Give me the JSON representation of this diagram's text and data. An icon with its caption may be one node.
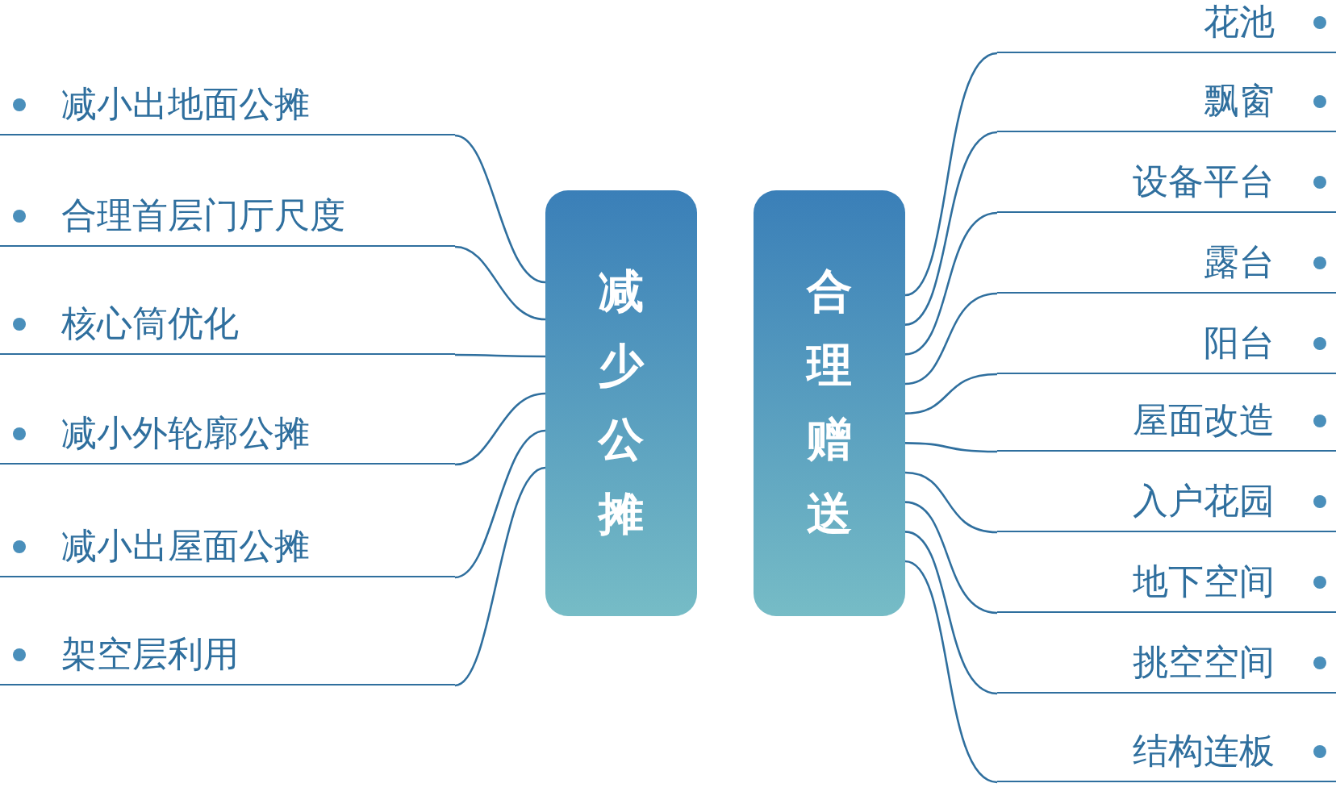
{
  "diagram": {
    "nodes": [
      {
        "text": [
          "减少公摊"
        ]
      },
      {
        "text": [
          "合理赠送"
        ]
      },
      {
        "text": [
          "减小出地面公摊"
        ]
      },
      {
        "text": [
          "合理首层门厅尺度"
        ]
      },
      {
        "text": [
          "核心筒优化"
        ]
      },
      {
        "text": [
          "减小外轮廓公摊"
        ]
      },
      {
        "text": [
          "减小出屋面公摊"
        ]
      },
      {
        "text": [
          "架空层利用"
        ]
      },
      {
        "text": [
          "花池"
        ]
      },
      {
        "text": [
          "飘窗"
        ]
      },
      {
        "text": [
          "设备平台"
        ]
      },
      {
        "text": [
          "露台"
        ]
      },
      {
        "text": [
          "阳台"
        ]
      },
      {
        "text": [
          "屋面改造"
        ]
      },
      {
        "text": [
          "入户花园"
        ]
      },
      {
        "text": [
          "地下空间"
        ]
      },
      {
        "text": [
          "挑空空间"
        ]
      },
      {
        "text": [
          "结构连板"
        ]
      }
    ],
    "edges": [
      {
        "from": 0,
        "to": 2,
        "arrow": "none"
      },
      {
        "from": 0,
        "to": 3,
        "arrow": "none"
      },
      {
        "from": 0,
        "to": 4,
        "arrow": "none"
      },
      {
        "from": 0,
        "to": 5,
        "arrow": "none"
      },
      {
        "from": 0,
        "to": 6,
        "arrow": "none"
      },
      {
        "from": 0,
        "to": 7,
        "arrow": "none"
      },
      {
        "from": 1,
        "to": 8,
        "arrow": "none"
      },
      {
        "from": 1,
        "to": 9,
        "arrow": "none"
      },
      {
        "from": 1,
        "to": 10,
        "arrow": "none"
      },
      {
        "from": 1,
        "to": 11,
        "arrow": "none"
      },
      {
        "from": 1,
        "to": 12,
        "arrow": "none"
      },
      {
        "from": 1,
        "to": 13,
        "arrow": "none"
      },
      {
        "from": 1,
        "to": 14,
        "arrow": "none"
      },
      {
        "from": 1,
        "to": 15,
        "arrow": "none"
      },
      {
        "from": 1,
        "to": 16,
        "arrow": "none"
      },
      {
        "from": 1,
        "to": 17,
        "arrow": "none"
      }
    ]
  }
}
